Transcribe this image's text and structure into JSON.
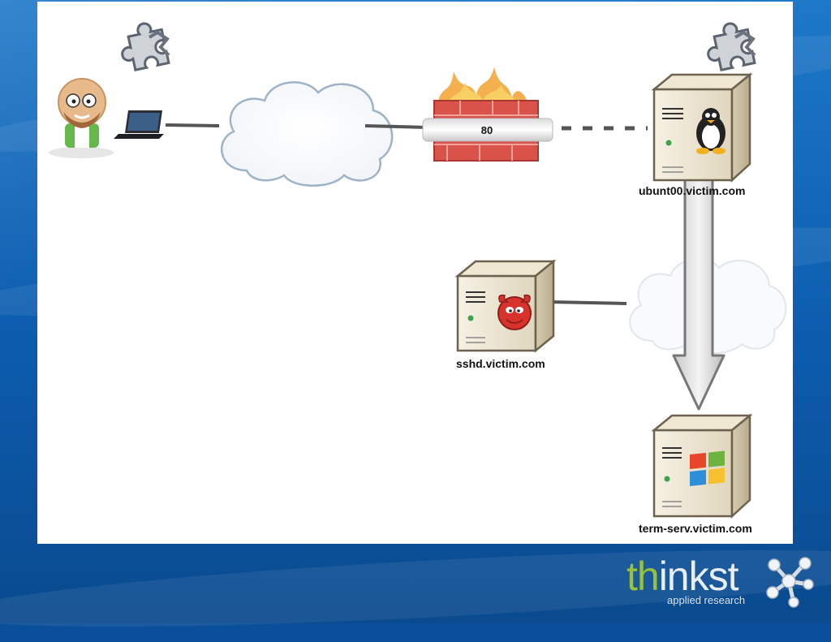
{
  "diagram": {
    "firewall_port": "80",
    "nodes": {
      "ubuntu": "ubunt00.victim.com",
      "sshd": "sshd.victim.com",
      "term": "term-serv.victim.com"
    }
  },
  "logo": {
    "accent": "th",
    "rest": "inkst",
    "tagline": "applied research"
  },
  "colors": {
    "slide_bg": "#0c5cae",
    "accent_green": "#98c23c",
    "firewall_brick": "#d9534a",
    "server_body": "#f1ead8"
  },
  "icons": [
    "puzzle-icon",
    "user-avatar-icon",
    "laptop-icon",
    "cloud-icon",
    "firewall-icon",
    "server-icon",
    "linux-tux-icon",
    "freebsd-daemon-icon",
    "windows-logo-icon",
    "molecule-logo-icon"
  ]
}
